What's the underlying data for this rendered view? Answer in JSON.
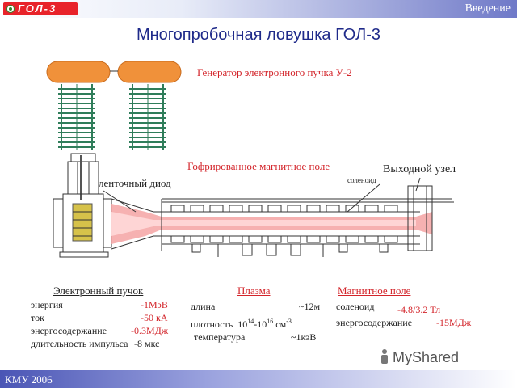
{
  "header": {
    "logo_text": "ГОЛ-3",
    "section": "Введение",
    "title": "Многопробочная ловушка ГОЛ-3"
  },
  "diagram": {
    "label_generator": "Генератор электронного пучка У-2",
    "label_field": "Гофрированное магнитное поле",
    "label_output": "Выходной узел",
    "label_diode": "ленточный диод",
    "label_solenoid": "соленоид"
  },
  "beam": {
    "heading": "Электронный пучок",
    "rows": [
      {
        "label": "энергия",
        "value": "-1МэВ"
      },
      {
        "label": "ток",
        "value": "-50 кА"
      },
      {
        "label": "энергосодержание",
        "value": "-0.3МДж"
      },
      {
        "label": "длительность импульса",
        "value": "-8 мкс"
      }
    ]
  },
  "plasma": {
    "heading": "Плазма",
    "length_label": "длина",
    "length_value": "~12м",
    "density_label": "плотность",
    "density_from": "10",
    "density_from_exp": "14",
    "density_sep": "-10",
    "density_to_exp": "16",
    "density_unit": " см",
    "density_unit_exp": "-3",
    "temp_label": "температура",
    "temp_value": "~1кэВ"
  },
  "field": {
    "heading": "Магнитное поле",
    "solenoid_label": "соленоид",
    "solenoid_value": "-4.8/3.2 Тл",
    "energy_label": "энергосодержание",
    "energy_value": "-15МДж"
  },
  "footer": {
    "text": "КМУ 2006"
  },
  "watermark": {
    "text": "MyShared"
  },
  "colors": {
    "title": "#1f2a8a",
    "label_red": "#d3242a",
    "generator_orange": "#f0913a",
    "coil_green": "#2f7d5a",
    "plasma_pink": "#f4a3a3"
  }
}
